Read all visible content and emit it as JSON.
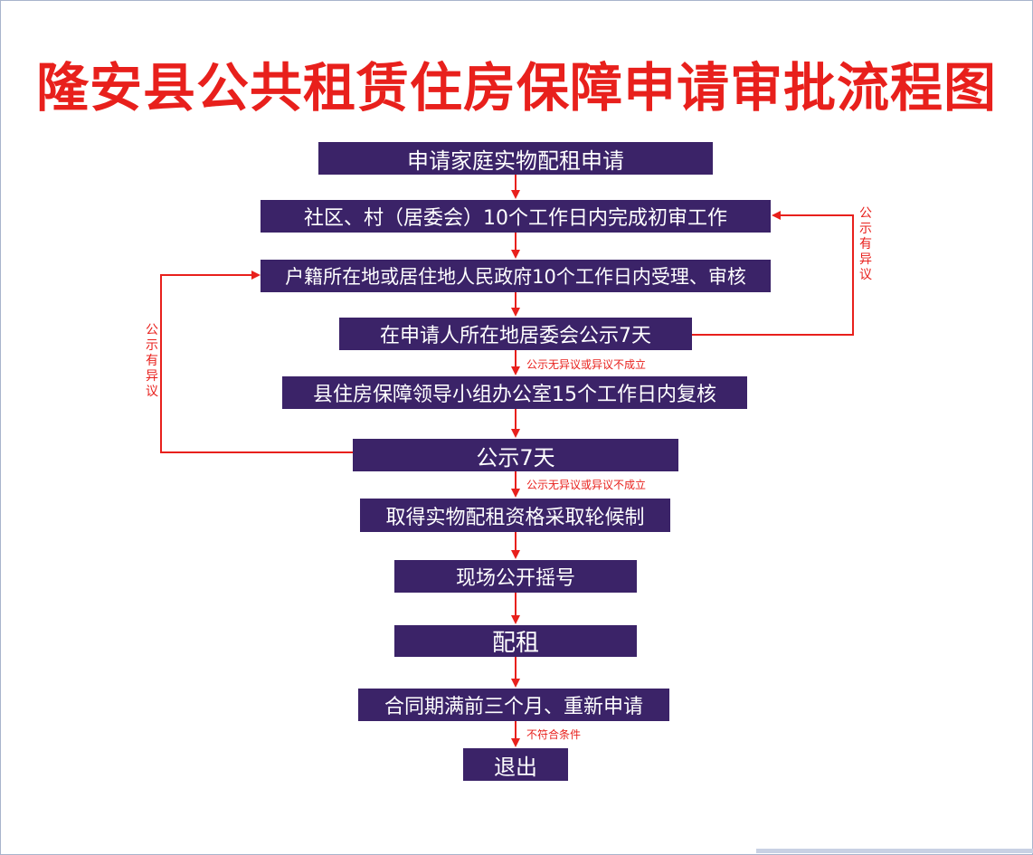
{
  "title": "隆安县公共租赁住房保障申请审批流程图",
  "steps": [
    "申请家庭实物配租申请",
    "社区、村（居委会）10个工作日内完成初审工作",
    "户籍所在地或居住地人民政府10个工作日内受理、审核",
    "在申请人所在地居委会公示7天",
    "县住房保障领导小组办公室15个工作日内复核",
    "公示7天",
    "取得实物配租资格采取轮候制",
    "现场公开摇号",
    "配租",
    "合同期满前三个月、重新申请",
    "退出"
  ],
  "notes": {
    "no_objection_1": "公示无异议或异议不成立",
    "no_objection_2": "公示无异议或异议不成立",
    "not_eligible": "不符合条件",
    "objection_right": "公示有异议",
    "objection_left": "公示有异议"
  },
  "colors": {
    "box_fill": "#3b2368",
    "box_text": "#ffffff",
    "accent_red": "#e8201c"
  }
}
